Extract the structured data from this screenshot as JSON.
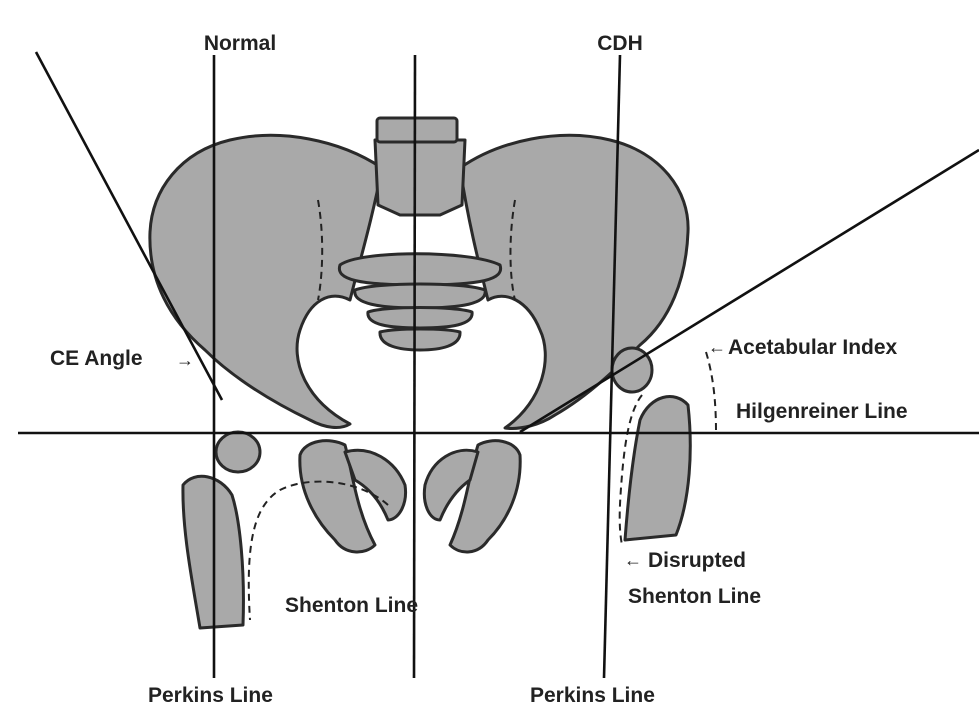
{
  "labels": {
    "normal": "Normal",
    "cdh": "CDH",
    "ce_angle": "CE Angle",
    "acetabular_index": "Acetabular Index",
    "hilgenreiner_line": "Hilgenreiner Line",
    "disrupted_shenton_1": "Disrupted",
    "disrupted_shenton_2": "Shenton Line",
    "shenton_line": "Shenton Line",
    "perkins_left": "Perkins Line",
    "perkins_right": "Perkins Line"
  },
  "colors": {
    "bone_fill": "#a9a9a9",
    "outline": "#2a2a2a",
    "background": "#ffffff"
  }
}
